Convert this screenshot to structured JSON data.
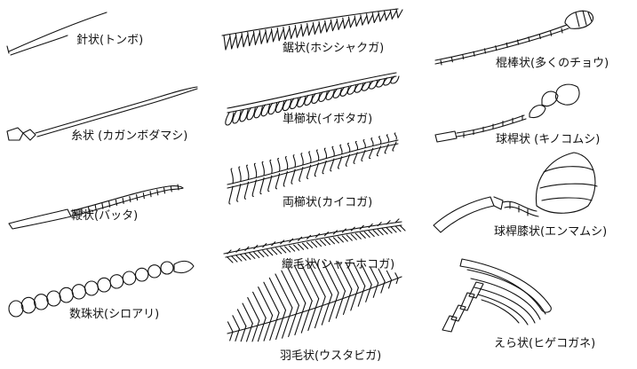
{
  "antenna_types": [
    {
      "id": "setaceous",
      "label": "針状(トンボ)"
    },
    {
      "id": "filiform",
      "label": "糸状 (カガンボダマシ)"
    },
    {
      "id": "flagellate",
      "label": "鞭状(バッタ)"
    },
    {
      "id": "moniliform",
      "label": "数珠状(シロアリ)"
    },
    {
      "id": "serrate",
      "label": "鋸状(ホシシャクガ)"
    },
    {
      "id": "pectinate",
      "label": "単櫛状(イボタガ)"
    },
    {
      "id": "bipectinate",
      "label": "両櫛状(カイコガ)"
    },
    {
      "id": "ciliate",
      "label": "織毛状(シャチホコガ)"
    },
    {
      "id": "plumose",
      "label": "羽毛状(ウスタビガ)"
    },
    {
      "id": "clavate",
      "label": "棍棒状(多くのチョウ)"
    },
    {
      "id": "capitate",
      "label": "球桿状 (キノコムシ)"
    },
    {
      "id": "geniculate-capitate",
      "label": "球桿膝状(エンマムシ)"
    },
    {
      "id": "lamellate",
      "label": "えら状(ヒゲコガネ)"
    }
  ],
  "colors": {
    "ink": "#111111",
    "background": "#ffffff"
  }
}
